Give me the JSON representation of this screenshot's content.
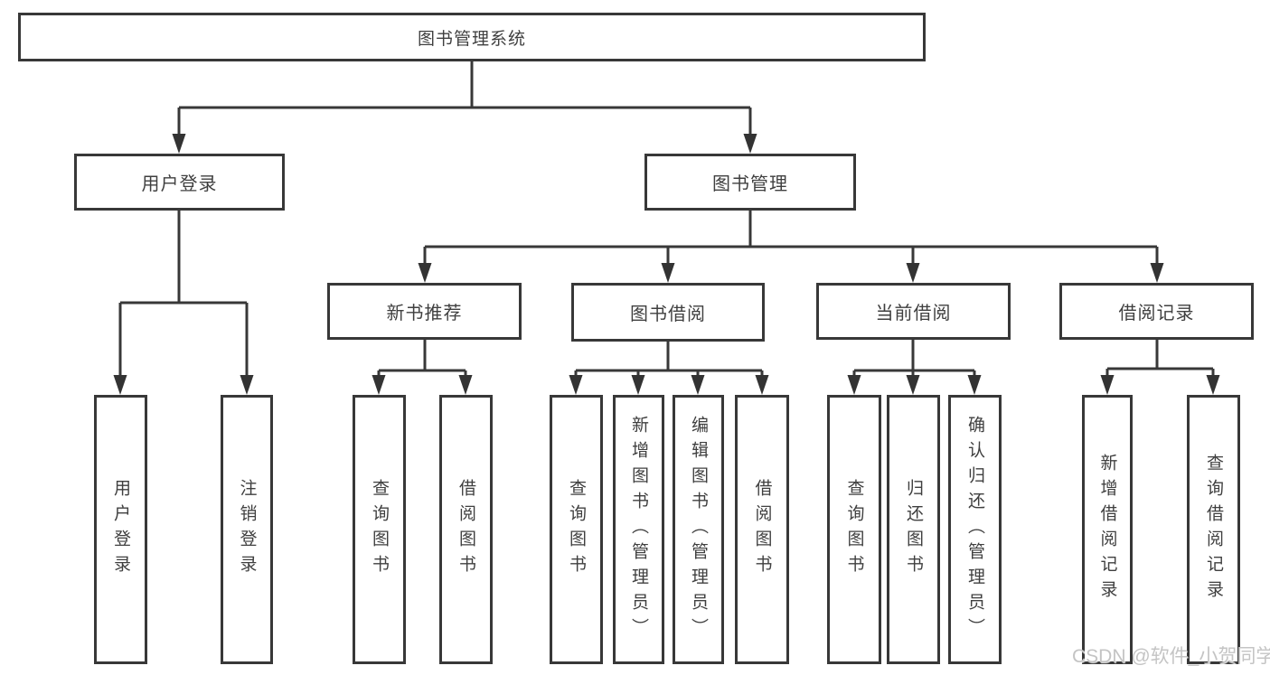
{
  "diagram": {
    "title": "图书管理系统",
    "branches": [
      {
        "label": "用户登录",
        "children": [
          "用户登录",
          "注销登录"
        ]
      },
      {
        "label": "图书管理",
        "children": [
          {
            "label": "新书推荐",
            "children": [
              "查询图书",
              "借阅图书"
            ]
          },
          {
            "label": "图书借阅",
            "children": [
              "查询图书",
              "新增图书（管理员）",
              "编辑图书（管理员）",
              "借阅图书"
            ]
          },
          {
            "label": "当前借阅",
            "children": [
              "查询图书",
              "归还图书",
              "确认归还（管理员）"
            ]
          },
          {
            "label": "借阅记录",
            "children": [
              "新增借阅记录",
              "查询借阅记录"
            ]
          }
        ]
      }
    ]
  },
  "watermark": {
    "text": "CSDN @软件_小贺同学"
  },
  "colors": {
    "line": "#383838",
    "box_border": "#383838",
    "text": "#3f3f3f",
    "watermark": "#c4c4c4",
    "background": "#ffffff"
  }
}
